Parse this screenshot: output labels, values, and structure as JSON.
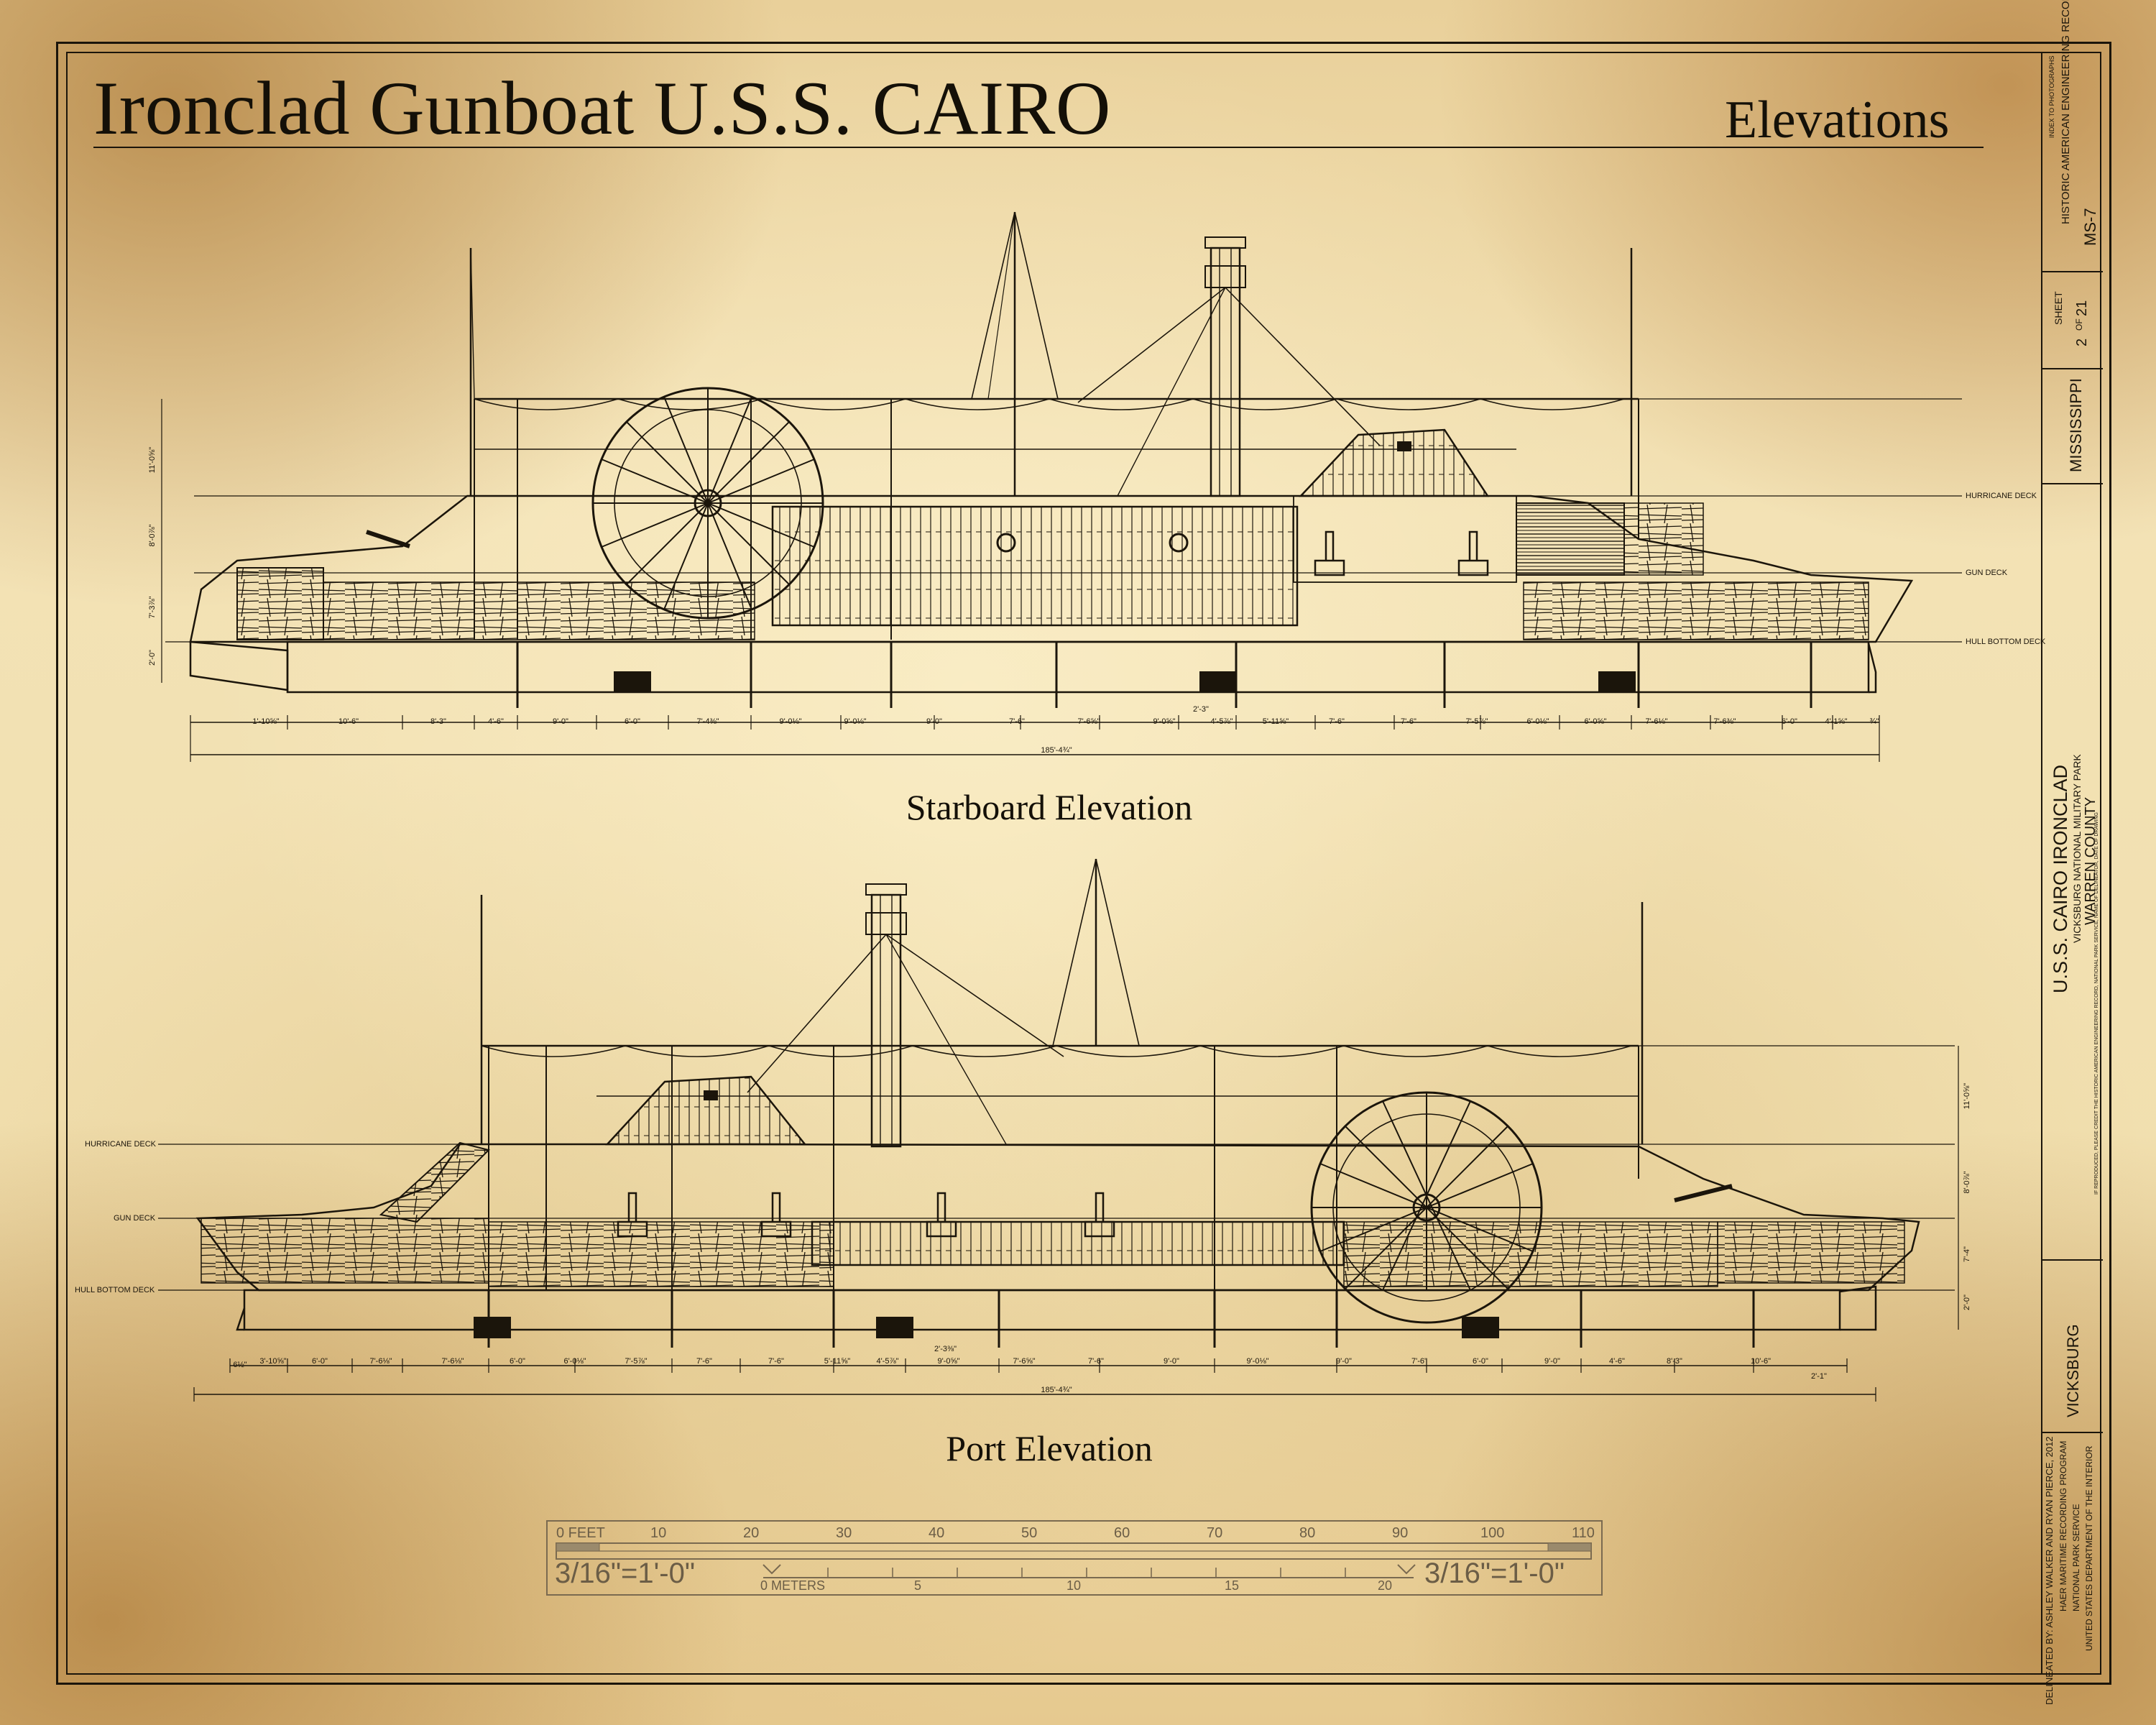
{
  "sheet": {
    "title": "Ironclad Gunboat U.S.S. CAIRO",
    "sheet_title": "Elevations"
  },
  "views": {
    "starboard": {
      "caption": "Starboard Elevation",
      "deck_labels": [
        "HURRICANE DECK",
        "GUN DECK",
        "HULL BOTTOM DECK"
      ],
      "vertical_dims": [
        "11'-0⅝\"",
        "8'-0⅞\"",
        "7'-3⅞\"",
        "2'-0\""
      ],
      "station_dims": [
        "1'-10⅝\"",
        "10'-6\"",
        "8'-3\"",
        "4'-6\"",
        "9'-0\"",
        "6'-0\"",
        "7'-4⅜\"",
        "9'-0⅛\"",
        "9'-0⅛\"",
        "9'-0\"",
        "7'-6\"",
        "7'-6⅝\"",
        "9'-0⅝\"",
        "4'-5⅞\"",
        "5'-11⅝\"",
        "7'-6\"",
        "7'-6\"",
        "7'-5⅞\"",
        "6'-0⅛\"",
        "6'-0⅝\"",
        "7'-6⅛\"",
        "7'-6⅜\"",
        "6'-0\"",
        "4'-1⅝\"",
        "¾\""
      ],
      "small_dim": "2'-3\"",
      "overall_length": "185'-4¾\""
    },
    "port": {
      "caption": "Port Elevation",
      "deck_labels": [
        "HURRICANE DECK",
        "GUN DECK",
        "HULL BOTTOM DECK"
      ],
      "vertical_dims": [
        "11'-0⅝\"",
        "8'-0⅞\"",
        "7'-4\"",
        "2'-0\""
      ],
      "station_dims": [
        "6½\"",
        "3'-10⅝\"",
        "6'-0\"",
        "7'-6⅛\"",
        "7'-6⅛\"",
        "6'-0\"",
        "6'-0⅛\"",
        "7'-5⅞\"",
        "7'-6\"",
        "7'-6\"",
        "5'-11⅝\"",
        "4'-5⅞\"",
        "9'-0⅝\"",
        "7'-6⅝\"",
        "7'-6\"",
        "9'-0\"",
        "9'-0⅛\"",
        "9'-0\"",
        "7'-6\"",
        "6'-0\"",
        "9'-0\"",
        "4'-6\"",
        "8'-3\"",
        "10'-6\""
      ],
      "small_dims": [
        "2'-3⅜\"",
        "2'-1\""
      ],
      "overall_length": "185'-4¾\""
    }
  },
  "scale_bar": {
    "feet_ticks": [
      "0 FEET",
      "10",
      "20",
      "30",
      "40",
      "50",
      "60",
      "70",
      "80",
      "90",
      "100",
      "110"
    ],
    "meter_ticks": [
      "0 METERS",
      "5",
      "10",
      "15",
      "20"
    ],
    "scale_text": "3/16\"=1'-0\""
  },
  "title_block": {
    "agency": "HISTORIC AMERICAN ENGINEERING RECORD",
    "index_note": "INDEX TO PHOTOGRAPHS",
    "survey_number": "MS-7",
    "sheet_label": "SHEET",
    "sheet_number": "2",
    "sheet_of": "OF",
    "sheet_total": "21",
    "state": "MISSISSIPPI",
    "project_name": "U.S.S. CAIRO IRONCLAD",
    "park": "VICKSBURG NATIONAL MILITARY PARK",
    "county": "WARREN COUNTY",
    "credit_note": "IF REPRODUCED, PLEASE CREDIT THE HISTORIC AMERICAN ENGINEERING RECORD, NATIONAL PARK SERVICE, NAME OF DELINEATOR, DATE OF DRAWING",
    "city": "VICKSBURG",
    "delineated": "DELINEATED BY: ASHLEY WALKER AND RYAN PIERCE, 2012",
    "program": "HAER MARITIME RECORDING PROGRAM",
    "nps": "NATIONAL PARK SERVICE",
    "department": "UNITED STATES DEPARTMENT OF THE INTERIOR"
  },
  "colors": {
    "ink": "#1b150b",
    "paper": "#efdcaa",
    "faded_ink": "#6b5d46"
  }
}
